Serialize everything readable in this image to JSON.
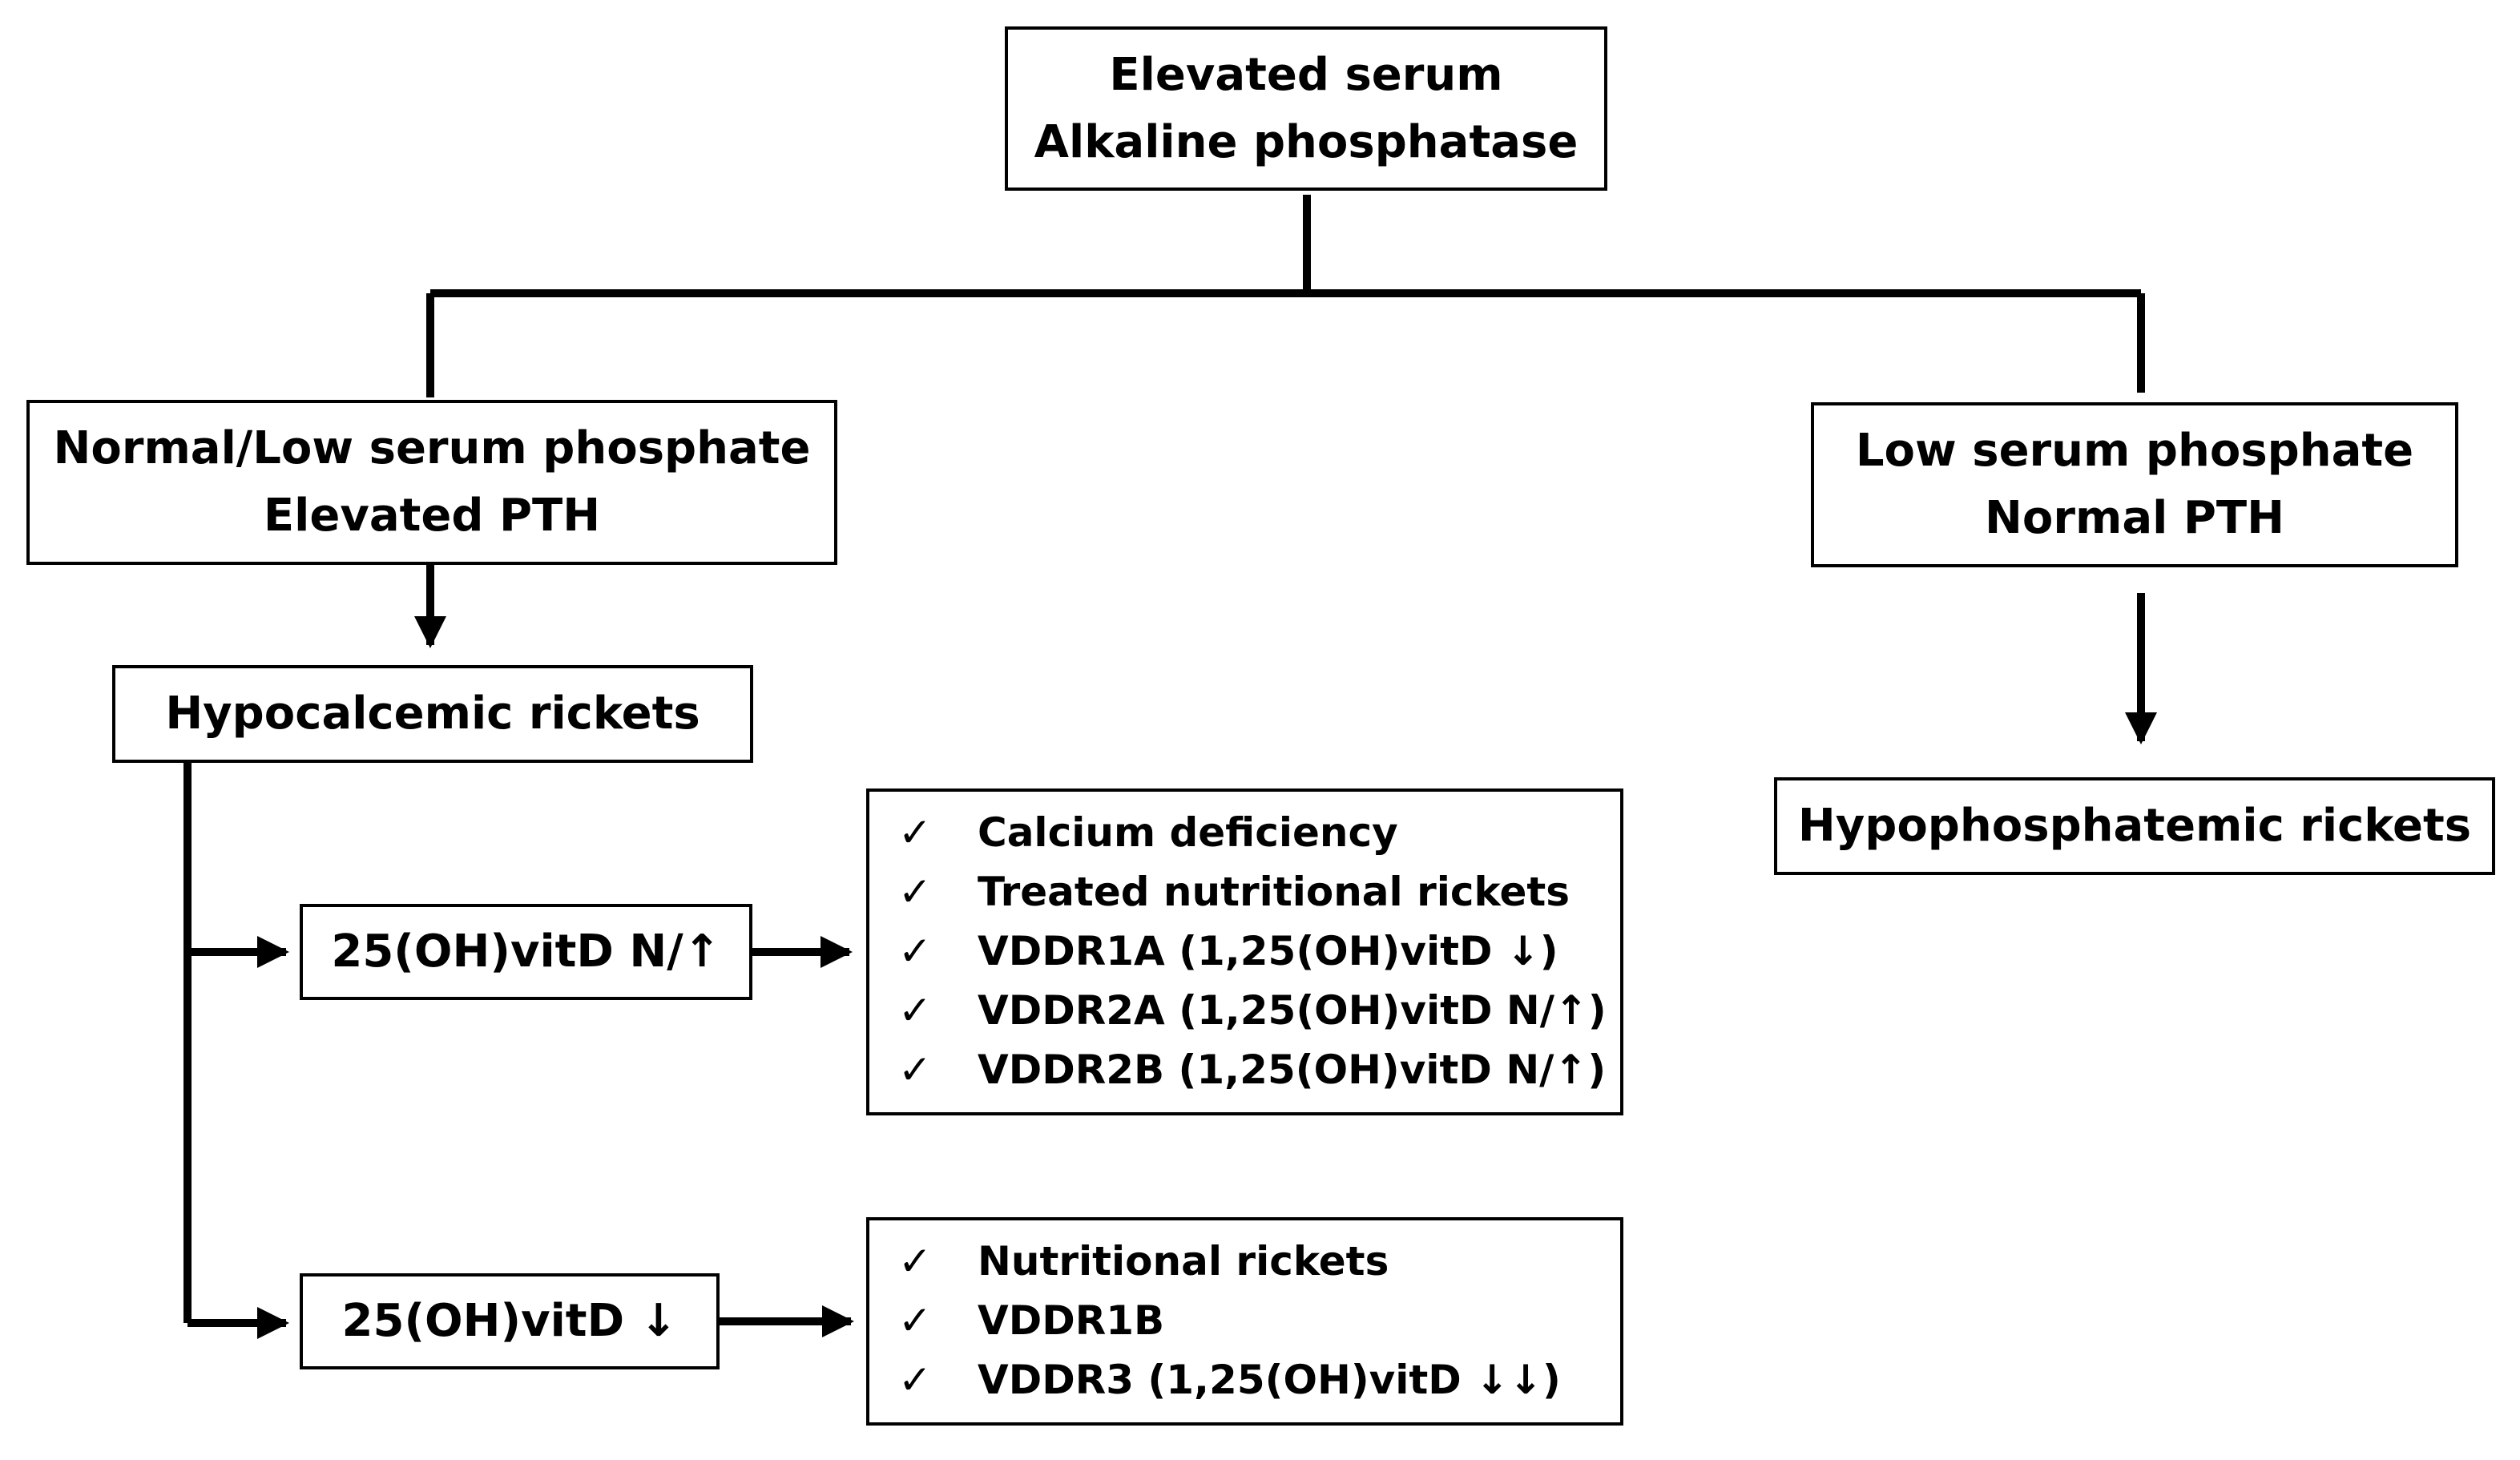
{
  "root": {
    "line1": "Elevated serum",
    "line2": "Alkaline phosphatase"
  },
  "left_branch": {
    "line1": "Normal/Low serum phosphate",
    "line2": "Elevated PTH"
  },
  "right_branch": {
    "line1": "Low serum phosphate",
    "line2": "Normal PTH"
  },
  "hypocalcemic": {
    "label": "Hypocalcemic rickets"
  },
  "hypophosphatemic": {
    "label": "Hypophosphatemic rickets"
  },
  "vitd_normal_high": {
    "label": "25(OH)vitD N/↑"
  },
  "vitd_low": {
    "label": "25(OH)vitD ↓"
  },
  "check_icon": "check-icon",
  "list_normal_high": [
    "Calcium deficiency",
    "Treated nutritional rickets",
    "VDDR1A (1,25(OH)vitD ↓)",
    "VDDR2A (1,25(OH)vitD N/↑)",
    "VDDR2B (1,25(OH)vitD N/↑)"
  ],
  "list_low": [
    "Nutritional rickets",
    "VDDR1B",
    "VDDR3 (1,25(OH)vitD ↓↓)"
  ]
}
